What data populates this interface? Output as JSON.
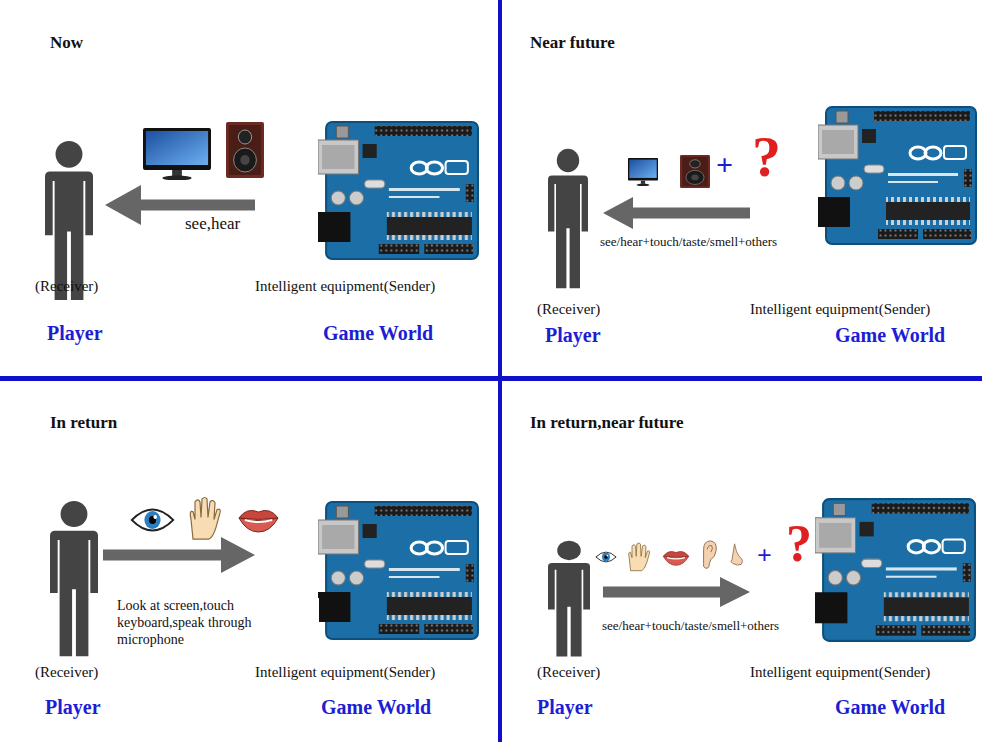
{
  "diagram": {
    "nodes": [
      {
        "text": [
          "Now"
        ]
      },
      {
        "text": [
          "(Receiver)",
          "Player"
        ],
        "in": 0
      },
      {
        "text": [
          "Intelligent equipment(Sender)",
          "Game World"
        ],
        "in": 0
      },
      {
        "text": [
          "Near future"
        ]
      },
      {
        "text": [
          "(Receiver)",
          "Player"
        ],
        "in": 3
      },
      {
        "text": [
          "Intelligent equipment(Sender)",
          "Game World"
        ],
        "in": 3
      },
      {
        "text": [
          "In return"
        ]
      },
      {
        "text": [
          "(Receiver)",
          "Player"
        ],
        "in": 6
      },
      {
        "text": [
          "Intelligent equipment(Sender)",
          "Game World"
        ],
        "in": 6
      },
      {
        "text": [
          "In return,near future"
        ]
      },
      {
        "text": [
          "(Receiver)",
          "Player"
        ],
        "in": 9
      },
      {
        "text": [
          "Intelligent equipment(Sender)",
          "Game World"
        ],
        "in": 9
      }
    ],
    "edges": [
      {
        "from": 2,
        "to": 1,
        "arrow": "to",
        "label": "see,hear"
      },
      {
        "from": 5,
        "to": 4,
        "arrow": "to",
        "label": "see/hear+touch/taste/smell+others"
      },
      {
        "from": 7,
        "to": 8,
        "arrow": "to",
        "label": "Look at screen,touch keyboard,speak through microphone"
      },
      {
        "from": 10,
        "to": 11,
        "arrow": "to",
        "label": "see/hear+touch/taste/smell+others"
      }
    ],
    "labels": [
      "+",
      "?",
      "+",
      "?"
    ]
  }
}
